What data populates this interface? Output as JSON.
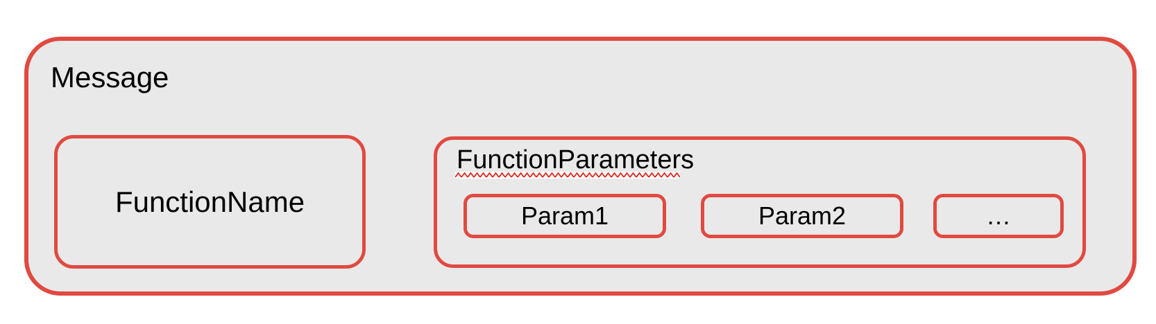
{
  "colors": {
    "accent_red": "#e04a41",
    "squiggle_red": "#e0241b",
    "box_fill": "#e9e9e9",
    "page_background": "#ffffff",
    "text": "#000000"
  },
  "diagram": {
    "message": {
      "label": "Message"
    },
    "function_name": {
      "label": "FunctionName"
    },
    "function_parameters": {
      "label": "FunctionParameters",
      "params": [
        {
          "label": "Param1"
        },
        {
          "label": "Param2"
        },
        {
          "label": "…"
        }
      ]
    }
  }
}
